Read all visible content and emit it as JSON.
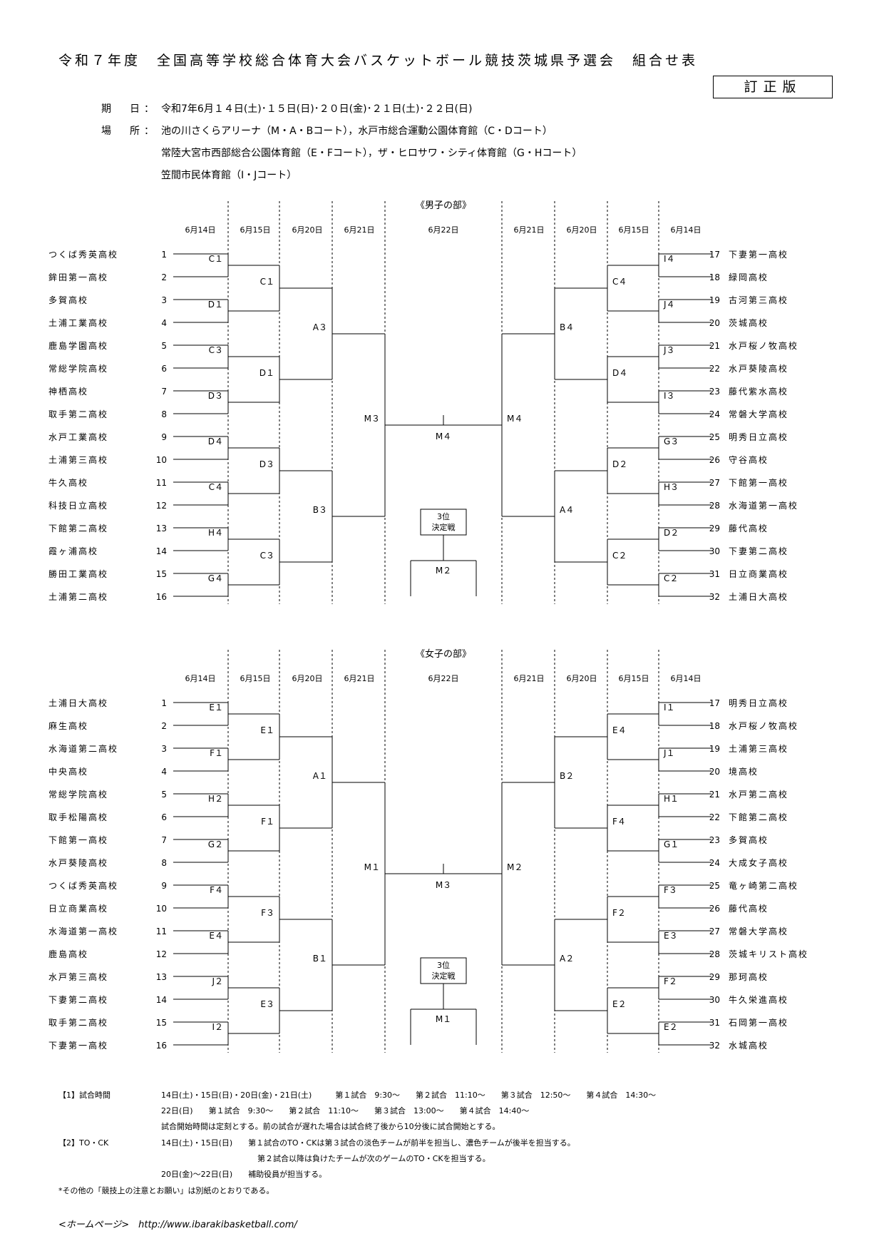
{
  "header": {
    "title": "令和７年度　全国高等学校総合体育大会バスケットボール競技茨城県予選会　組合せ表",
    "badge": "訂正版",
    "date_label": "期　日：",
    "date_value": "令和7年6月１４日(土)･１５日(日)･２０日(金)･２１日(土)･２２日(日)",
    "venue_label": "場　所：",
    "venue_lines": [
      "池の川さくらアリーナ（M・A・Bコート），水戸市総合運動公園体育館（C・Dコート）",
      "常陸大宮市西部総合公園体育館（E・Fコート），ザ・ヒロサワ・シティ体育館（G・Hコート）",
      "笠間市民体育館（I・Jコート）"
    ]
  },
  "brackets": [
    {
      "title": "《男子の部》",
      "dates": [
        "6月14日",
        "6月15日",
        "6月20日",
        "6月21日",
        "6月22日",
        "6月21日",
        "6月20日",
        "6月15日",
        "6月14日"
      ],
      "left_teams": [
        "つくば秀英高校",
        "鉾田第一高校",
        "多賀高校",
        "土浦工業高校",
        "鹿島学園高校",
        "常総学院高校",
        "神栖高校",
        "取手第二高校",
        "水戸工業高校",
        "土浦第三高校",
        "牛久高校",
        "科技日立高校",
        "下館第二高校",
        "霞ヶ浦高校",
        "勝田工業高校",
        "土浦第二高校"
      ],
      "left_numbers": [
        "1",
        "2",
        "3",
        "4",
        "5",
        "6",
        "7",
        "8",
        "9",
        "10",
        "11",
        "12",
        "13",
        "14",
        "15",
        "16"
      ],
      "right_teams": [
        "下妻第一高校",
        "緑岡高校",
        "古河第三高校",
        "茨城高校",
        "水戸桜ノ牧高校",
        "水戸葵陵高校",
        "藤代紫水高校",
        "常磐大学高校",
        "明秀日立高校",
        "守谷高校",
        "下館第一高校",
        "水海道第一高校",
        "藤代高校",
        "下妻第二高校",
        "日立商業高校",
        "土浦日大高校"
      ],
      "right_numbers": [
        "17",
        "18",
        "19",
        "20",
        "21",
        "22",
        "23",
        "24",
        "25",
        "26",
        "27",
        "28",
        "29",
        "30",
        "31",
        "32"
      ],
      "left_r1": [
        "C１",
        "D１",
        "C３",
        "D３",
        "D４",
        "C４",
        "H４",
        "G４"
      ],
      "left_r2": [
        "C１",
        "D１",
        "D３",
        "C３"
      ],
      "left_r3": [
        "A３",
        "B３"
      ],
      "left_semi": "M３",
      "right_r1": [
        "I４",
        "J４",
        "J３",
        "I３",
        "G３",
        "H３",
        "D２",
        "C２"
      ],
      "right_r2": [
        "C４",
        "D４",
        "D２",
        "C２"
      ],
      "right_r3": [
        "B４",
        "A４"
      ],
      "right_semi": "M４",
      "final": "M４",
      "third_label": [
        "3位",
        "決定戦"
      ],
      "third": "M２"
    },
    {
      "title": "《女子の部》",
      "dates": [
        "6月14日",
        "6月15日",
        "6月20日",
        "6月21日",
        "6月22日",
        "6月21日",
        "6月20日",
        "6月15日",
        "6月14日"
      ],
      "left_teams": [
        "土浦日大高校",
        "麻生高校",
        "水海道第二高校",
        "中央高校",
        "常総学院高校",
        "取手松陽高校",
        "下館第一高校",
        "水戸葵陵高校",
        "つくば秀英高校",
        "日立商業高校",
        "水海道第一高校",
        "鹿島高校",
        "水戸第三高校",
        "下妻第二高校",
        "取手第二高校",
        "下妻第一高校"
      ],
      "left_numbers": [
        "1",
        "2",
        "3",
        "4",
        "5",
        "6",
        "7",
        "8",
        "9",
        "10",
        "11",
        "12",
        "13",
        "14",
        "15",
        "16"
      ],
      "right_teams": [
        "明秀日立高校",
        "水戸桜ノ牧高校",
        "土浦第三高校",
        "境高校",
        "水戸第二高校",
        "下館第二高校",
        "多賀高校",
        "大成女子高校",
        "竜ヶ崎第二高校",
        "藤代高校",
        "常磐大学高校",
        "茨城キリスト高校",
        "那珂高校",
        "牛久栄進高校",
        "石岡第一高校",
        "水城高校"
      ],
      "right_numbers": [
        "17",
        "18",
        "19",
        "20",
        "21",
        "22",
        "23",
        "24",
        "25",
        "26",
        "27",
        "28",
        "29",
        "30",
        "31",
        "32"
      ],
      "left_r1": [
        "E１",
        "F１",
        "H２",
        "G２",
        "F４",
        "E４",
        "J２",
        "I２"
      ],
      "left_r2": [
        "E１",
        "F１",
        "F３",
        "E３"
      ],
      "left_r3": [
        "A１",
        "B１"
      ],
      "left_semi": "M１",
      "right_r1": [
        "I１",
        "J１",
        "H１",
        "G１",
        "F３",
        "E３",
        "F２",
        "E２"
      ],
      "right_r2": [
        "E４",
        "F４",
        "F２",
        "E２"
      ],
      "right_r3": [
        "B２",
        "A２"
      ],
      "right_semi": "M２",
      "final": "M３",
      "third_label": [
        "3位",
        "決定戦"
      ],
      "third": "M１"
    }
  ],
  "notes": {
    "time_label": "【1】試合時間",
    "time_line1": "14日(土)・15日(日)・20日(金)・21日(土)　　　第１試合　9:30～　　第２試合　11:10～　　第３試合　12:50～　　第４試合　14:30～",
    "time_line2": "22日(日)　　第１試合　9:30～　　第２試合　11:10～　　第３試合　13:00～　　第４試合　14:40～",
    "time_line3": "試合開始時間は定刻とする。前の試合が遅れた場合は試合終了後から10分後に試合開始とする。",
    "toc_label": "【2】TO・CK",
    "toc_line1": "14日(土)・15日(日)　　第１試合のTO・CKは第３試合の淡色チームが前半を担当し、濃色チームが後半を担当する。",
    "toc_line2": "第２試合以降は負けたチームが次のゲームのTO・CKを担当する。",
    "toc_line3": "20日(金)～22日(日)　　補助役員が担当する。",
    "other": "*その他の「競技上の注意とお願い」は別紙のとおりである。"
  },
  "footer": "<ホームページ>　http://www.ibarakibasketball.com/"
}
